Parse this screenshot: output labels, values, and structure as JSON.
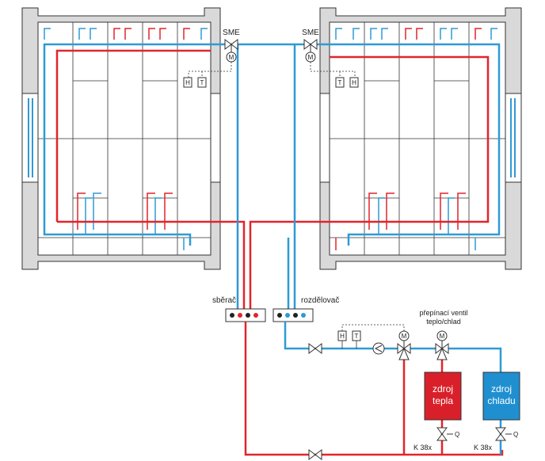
{
  "labels": {
    "sme_left": "SME",
    "sme_right": "SME",
    "sberac": "sběrač",
    "rozdelovac": "rozdělovač",
    "switch_valve_line1": "přepínací ventil",
    "switch_valve_line2": "teplo/chlad",
    "heat_source_line1": "zdroj",
    "heat_source_line2": "tepla",
    "cool_source_line1": "zdroj",
    "cool_source_line2": "chladu",
    "k38_left": "K 38x",
    "k38_right": "K 38x",
    "q_left": "Q",
    "q_right": "Q",
    "motor": "M",
    "humidity": "H",
    "temperature": "T"
  },
  "colors": {
    "hot_pipe": "#e2242b",
    "cold_pipe": "#2e9ad6",
    "wall_fill": "#d9d9d9",
    "outline": "#333333",
    "heat_source": "#d9202a",
    "cool_source": "#1f8fd0"
  }
}
